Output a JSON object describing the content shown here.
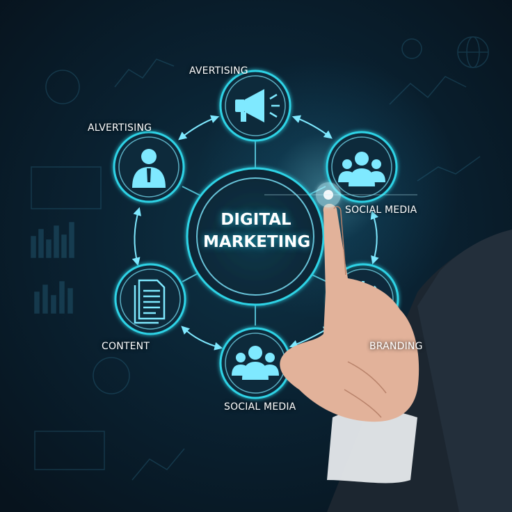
{
  "hub": {
    "line1": "DIGITAL",
    "line2": "MARKETING"
  },
  "labels": {
    "top": "AVERTISING",
    "upper_left": "ALVERTISING",
    "upper_right": "SOCIAL MEDIA",
    "lower_left": "CONTENT",
    "lower_right": "BRANDING",
    "bottom": "SOCIAL MEDIA"
  },
  "icons": {
    "top": "megaphone-icon",
    "upper_left": "businessman-icon",
    "upper_right": "team-icon",
    "lower_left": "document-icon",
    "lower_right": "gear-icon",
    "bottom": "group-icon"
  },
  "colors": {
    "accent": "#2fd3e6",
    "glow": "#7fe9ff",
    "background": "#07131d"
  }
}
